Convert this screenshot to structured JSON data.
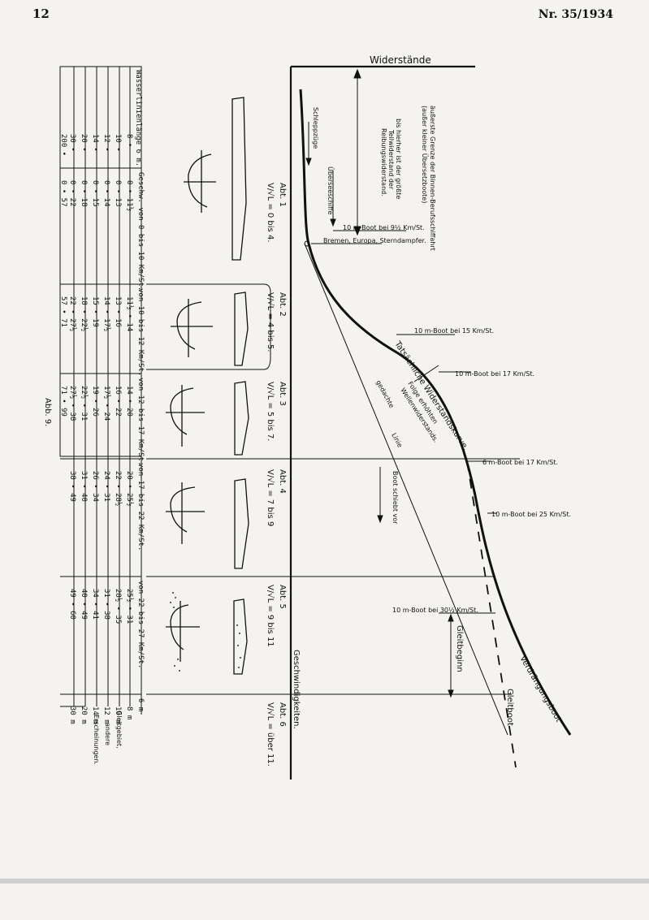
{
  "header": {
    "page_number": "12",
    "issue": "Nr. 35/1934"
  },
  "diagram": {
    "title": "Widerstände",
    "bottom_label": "Geschwindigkeiten.",
    "notes": {
      "upper_limit_1": "äußerste Grenze der Binnen-Berufsschiffahrt",
      "upper_limit_2": "(außer kleiner Übersetzboote)",
      "up_to_here_1": "bis hierher ist der größte",
      "up_to_here_2": "Teilwiderstand der",
      "up_to_here_3": "Reibungswiderstand.",
      "schleppzuege": "Schleppzüge",
      "ueberseeschiffe": "Überseeschiffe",
      "boat_10_9": "10 m-Boot bei 9½ Km/St.",
      "bremen": "Bremen, Europa, Sterndampfer.",
      "boat_10_15": "10 m-Boot bei 15 Km/St.",
      "boat_10_17": "10 m-Boot bei 17 Km/St.",
      "actual_curve": "Tatsächliche Widerstandskurve.",
      "folge_1": "Folge erhöhten",
      "folge_2": "Wellenwiderstands.",
      "gedachte": "gedachte",
      "linie": "Linie",
      "boat_6_17": "6 m-Boot bei 17 Km/St.",
      "boot_schiebt": "Boot schiebt vor",
      "boat_10_25": "10 m-Boot bei 25 Km/St.",
      "boat_10_30": "10 m-Boot bei 30½ Km/St.",
      "gleitbeginn": "Gleitbeginn",
      "verdraengung": "Verdrängungsboot",
      "gleitboot": "Gleitboot"
    },
    "sections": [
      {
        "abt": "Abt. 1",
        "ratio": "V/√L = 0 bis 4."
      },
      {
        "abt": "Abt. 2",
        "ratio": "V/√L = 4 bis 5."
      },
      {
        "abt": "Abt. 3",
        "ratio": "V/√L = 5 bis 7."
      },
      {
        "abt": "Abt. 4",
        "ratio": "V/√L = 7 bis 9"
      },
      {
        "abt": "Abt. 5",
        "ratio": "V/√L = 9 bis 11"
      },
      {
        "abt": "Abt. 6",
        "ratio": "V/√L = über 11."
      }
    ]
  },
  "table": {
    "caption": "Abb. 9.",
    "first_header": "Wasserlinienlänge 6 m.",
    "lengths": [
      "8 •",
      "10 •",
      "12 •",
      "14 •",
      "20 •",
      "30 •",
      "200 •"
    ],
    "column_headers": [
      "Geschw. von 0 bis 10 Km/St.",
      "von 10 bis 12 Km/St.",
      "von 12 bis 17 Km/St.",
      "von 17 bis 22 Km/St.",
      "von 22 bis 27 Km/St.",
      "6 m"
    ],
    "columns": [
      [
        "0 • 11½",
        "0 • 13",
        "0 • 14",
        "0 • 15",
        "0 • 18",
        "0 • 22",
        "0 • 57"
      ],
      [
        "11½ • 14",
        "13 • 16",
        "14 • 17½",
        "15 • 19",
        "18 • 22½",
        "22 • 27½",
        "57 • 71"
      ],
      [
        "14 • 20",
        "16 • 22",
        "17½ • 24",
        "19 • 26",
        "22½ • 31",
        "27½ • 38",
        "71 • 99"
      ],
      [
        "20 • 25½",
        "22 • 28½",
        "24 • 31",
        "26 • 34",
        "31 • 40",
        "38 • 49",
        ""
      ],
      [
        "25½ • 31",
        "28½ • 35",
        "31 • 38",
        "34 • 41",
        "40 • 49",
        "49 • 60",
        ""
      ],
      [
        "8 m",
        "10 m",
        "12 m",
        "14 m",
        "20 m",
        "30 m",
        ""
      ]
    ],
    "extra_note_1": "Gleitgebiet,",
    "extra_note_2": "andere",
    "extra_note_3": "Erscheinungen."
  }
}
